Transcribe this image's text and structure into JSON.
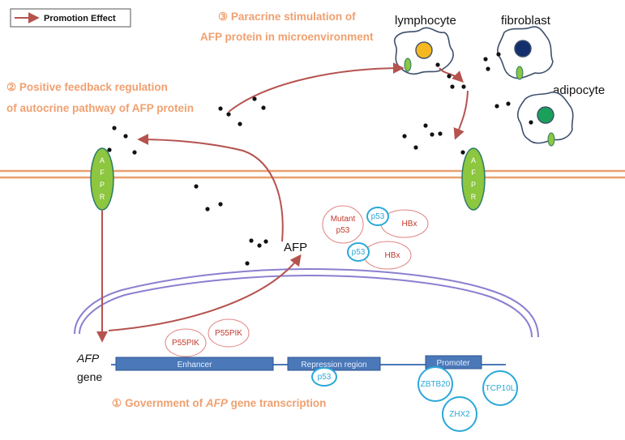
{
  "legend": {
    "label": "Promotion Effect"
  },
  "steps": {
    "s1_num": "①",
    "s1_pre": "Government of ",
    "s1_em": "AFP",
    "s1_post": " gene transcription",
    "s2_line1": "② Positive feedback regulation",
    "s2_line2": "of autocrine pathway of AFP protein",
    "s3_line1": "③ Paracrine stimulation of",
    "s3_line2": "AFP protein in microenvironment"
  },
  "cells": {
    "lymphocyte": "lymphocyte",
    "fibroblast": "fibroblast",
    "adipocyte": "adipocyte"
  },
  "receptor": {
    "letters": [
      "A",
      "F",
      "P",
      "R"
    ]
  },
  "afp_label": "AFP",
  "gene": {
    "name": "AFP",
    "word": "gene",
    "enhancer": "Enhancer",
    "repression": "Repression region",
    "promoter": "Promoter"
  },
  "factors": {
    "mutant_p53_l1": "Mutant",
    "mutant_p53_l2": "p53",
    "hbx": "HBx",
    "p53": "p53",
    "p55pik": "P55PIK",
    "zbtb20": "ZBTB20",
    "tcp10l": "TCP10L",
    "zhx2": "ZHX2"
  },
  "colors": {
    "arrow": "#b5534f",
    "title_orange": "#f0a070",
    "membrane": "#e8a070",
    "nucleus": "#8a7fd0",
    "receptor": "#8dc63f",
    "gene_box": "#4a78b8",
    "factor_blue": "#2aa8d8",
    "factor_red": "#c0392b",
    "lymphocyte_nucleus": "#f6b820",
    "fibroblast_nucleus": "#13306e",
    "adipocyte_nucleus": "#1aa05a"
  }
}
